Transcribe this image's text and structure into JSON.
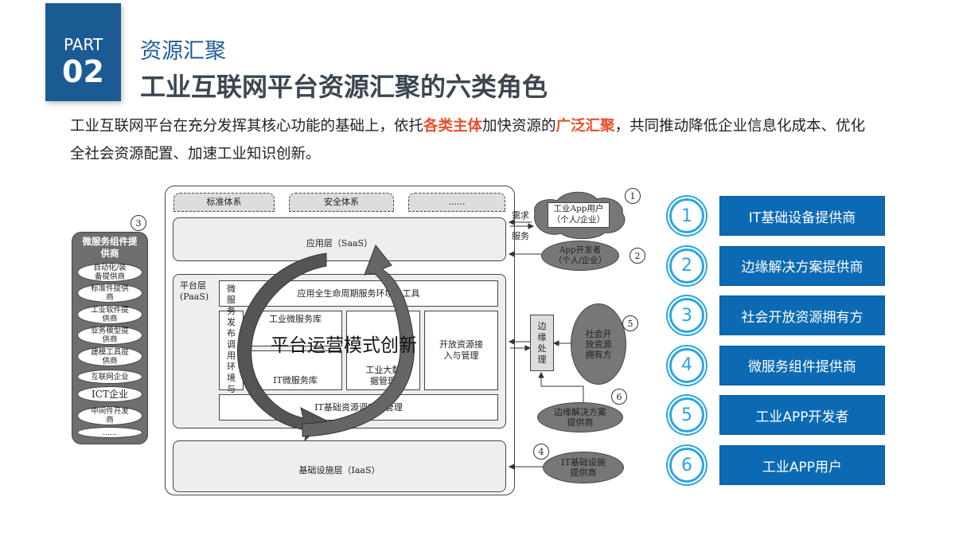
{
  "header": {
    "part_label": "PART",
    "part_number": "02",
    "subtitle": "资源汇聚",
    "title": "工业互联网平台资源汇聚的六类角色"
  },
  "intro": {
    "before": "工业互联网平台在充分发挥其核心功能的基础上，依托",
    "hl1": "各类主体",
    "mid": "加快资源的",
    "hl2": "广泛汇聚",
    "after": "，共同推动降低企业信息化成本、优化全社会资源配置、加速工业知识创新。",
    "highlight_color": "#e8502c"
  },
  "diagram": {
    "tabs": [
      "标准体系",
      "安全体系",
      "......"
    ],
    "saas": "应用层（SaaS）",
    "paas_label": "平台层\n(PaaS)",
    "paas_top": "应用全生命周期服务环境与工具",
    "paas_side": "微服务发布调用环境与工具",
    "ind_micro": "工业微服务库",
    "it_micro": "IT微服务库",
    "bigdata": "工业大数据管理",
    "open_res": "开放资源接入与管理",
    "it_sched": "IT基础资源调度与管理",
    "iaas": "基础设施层（IaaS）",
    "center": "平台运营模式创新",
    "left_panel": {
      "num": "3",
      "title": "微服务组件提供商",
      "items": [
        "自动化/装备提供商",
        "标准件提供商",
        "工业软件提供商",
        "业务模型提供商",
        "建模工具提供商",
        "互联网企业",
        "ICT企业",
        "中间件开发商",
        "......"
      ]
    },
    "demand": "需求",
    "service": "服务",
    "app_user": {
      "num": "1",
      "label": "工业App用户\n（个人/企业）"
    },
    "app_dev": {
      "num": "2",
      "label": "App开发者\n（个人/企业）"
    },
    "edge": "边缘处理",
    "social": {
      "num": "5",
      "label": "社会开放资源拥有方"
    },
    "edge_sol": {
      "num": "6",
      "label": "边缘解决方案提供商"
    },
    "it_infra": {
      "num": "4",
      "label": "IT基础设施提供商"
    }
  },
  "roles": [
    {
      "num": "1",
      "label": "IT基础设备提供商"
    },
    {
      "num": "2",
      "label": "边缘解决方案提供商"
    },
    {
      "num": "3",
      "label": "社会开放资源拥有方"
    },
    {
      "num": "4",
      "label": "微服务组件提供商"
    },
    {
      "num": "5",
      "label": "工业APP开发者"
    },
    {
      "num": "6",
      "label": "工业APP用户"
    }
  ],
  "colors": {
    "brand": "#1b5b94",
    "role_box": "#0b6ab3",
    "role_circle": "#2aa6e0"
  }
}
